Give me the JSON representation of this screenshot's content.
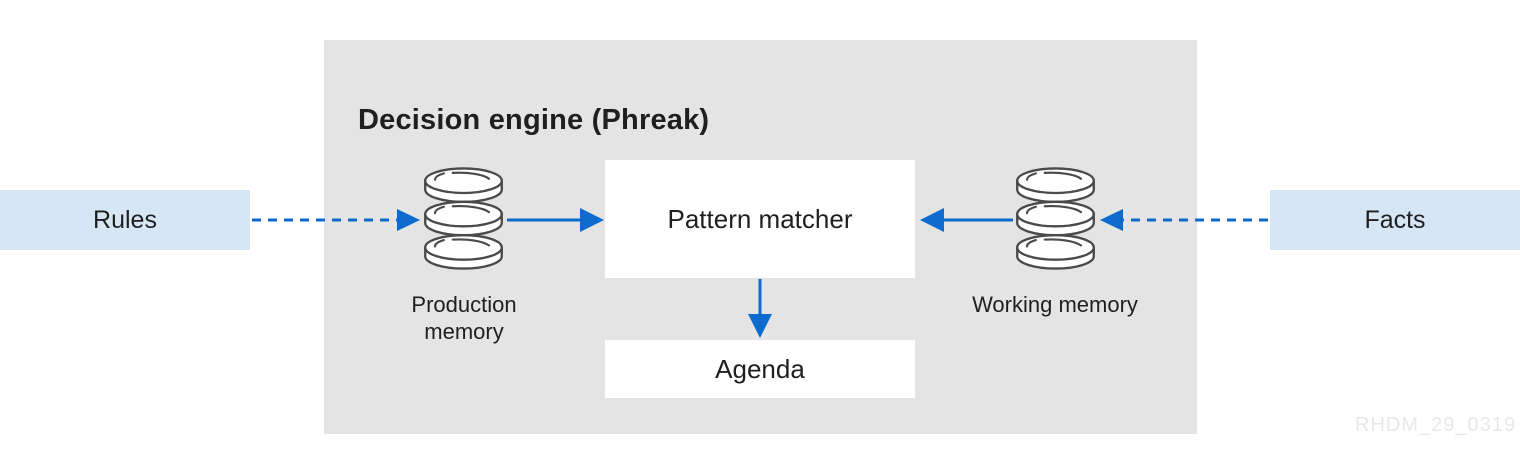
{
  "colors": {
    "panel_bg": "#e4e4e4",
    "node_bg": "#ffffff",
    "endpoint_bg": "#d6e6f5",
    "arrow": "#0e6bcd",
    "text": "#1f1f1f",
    "icon_outline": "#4a4a4a",
    "watermark": "#e8e8e8"
  },
  "panel": {
    "title": "Decision engine (Phreak)"
  },
  "nodes": {
    "rules": "Rules",
    "facts": "Facts",
    "pattern_matcher": "Pattern matcher",
    "agenda": "Agenda",
    "production_memory": "Production memory",
    "working_memory": "Working memory"
  },
  "icons": [
    {
      "name": "database-icon",
      "represents": "Production memory"
    },
    {
      "name": "database-icon",
      "represents": "Working memory"
    }
  ],
  "connections": [
    {
      "from": "Rules",
      "to": "Production memory",
      "style": "dashed"
    },
    {
      "from": "Production memory",
      "to": "Pattern matcher",
      "style": "solid"
    },
    {
      "from": "Facts",
      "to": "Working memory",
      "style": "dashed"
    },
    {
      "from": "Working memory",
      "to": "Pattern matcher",
      "style": "solid"
    },
    {
      "from": "Pattern matcher",
      "to": "Agenda",
      "style": "solid"
    }
  ],
  "watermark": "RHDM_29_0319"
}
